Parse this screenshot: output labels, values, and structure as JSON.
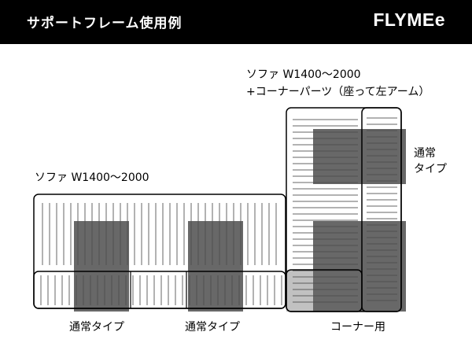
{
  "header": {
    "title": "サポートフレーム使用例",
    "brand": "FLYMEe",
    "background": "#000000",
    "text_color": "#ffffff"
  },
  "labels": {
    "sofa_corner_line1": "ソファ W1400～2000",
    "sofa_corner_line2": "+コーナーパーツ（座って左アーム）",
    "sofa_left": "ソファ W1400～2000",
    "tsujo_right_line1": "通常",
    "tsujo_right_line2": "タイプ",
    "bottom_tsujo_1": "通常タイプ",
    "bottom_tsujo_2": "通常タイプ",
    "bottom_corner": "コーナー用"
  },
  "colors": {
    "support_frame": "#4d4d4d",
    "corner_support_frame": "#3a3a3a",
    "outline": "#000000",
    "slat_line": "#666666"
  }
}
